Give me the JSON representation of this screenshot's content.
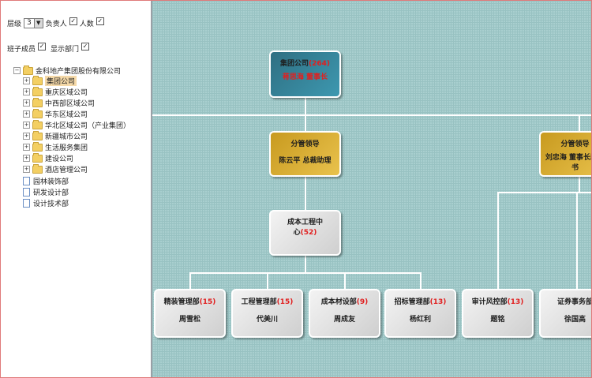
{
  "controls": {
    "level_label": "层级",
    "level_value": "3",
    "owner_label": "负责人",
    "headcount_label": "人数",
    "members_label": "班子成员",
    "show_dept_label": "显示部门",
    "checked_glyph": "✓"
  },
  "tree": {
    "root": "金科地产集团股份有限公司",
    "children": [
      "集团公司",
      "重庆区域公司",
      "中西部区域公司",
      "华东区域公司",
      "华北区域公司（产业集团）",
      "新疆城市公司",
      "生活服务集团",
      "建设公司",
      "酒店管理公司"
    ],
    "docs": [
      "园林装饰部",
      "研发设计部",
      "设计技术部"
    ]
  },
  "org": {
    "top": {
      "name": "集团公司",
      "count": "(264)",
      "leader": "蒋思海 董事长"
    },
    "div1": {
      "name": "分管领导",
      "leader": "陈云平 总裁助理"
    },
    "div2": {
      "name": "分管领导",
      "leader": "刘忠海 董事长助理",
      "leader_line2": "书"
    },
    "center": {
      "name": "成本工程中",
      "name2": "心",
      "count": "(52)"
    },
    "depts": [
      {
        "name": "精装管理部",
        "count": "(15)",
        "leader": "周雪松"
      },
      {
        "name": "工程管理部",
        "count": "(15)",
        "leader": "代美川"
      },
      {
        "name": "成本材设部",
        "count": "(9)",
        "leader": "周成友"
      },
      {
        "name": "招标管理部",
        "count": "(13)",
        "leader": "杨红利"
      },
      {
        "name": "审计风控部",
        "count": "(13)",
        "leader": "题铭"
      },
      {
        "name": "证券事务部",
        "count": "",
        "leader": "徐国高"
      }
    ]
  }
}
